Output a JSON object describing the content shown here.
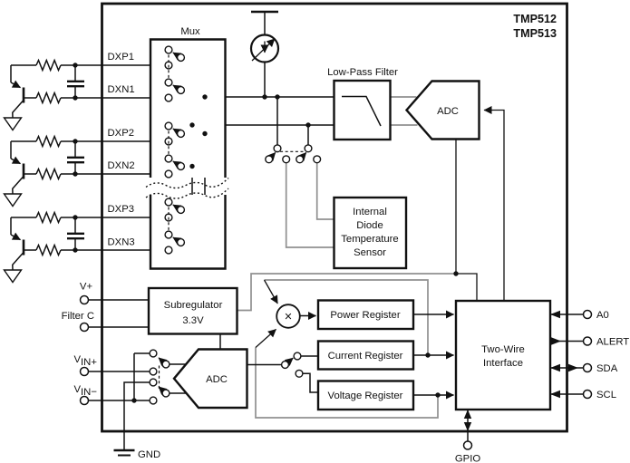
{
  "title": {
    "line1": "TMP512",
    "line2": "TMP513"
  },
  "blocks": {
    "mux": "Mux",
    "low_pass_filter": "Low-Pass Filter",
    "adc_temp": "ADC",
    "adc_power": "ADC",
    "internal_diode": {
      "l1": "Internal",
      "l2": "Diode",
      "l3": "Temperature",
      "l4": "Sensor"
    },
    "subregulator": {
      "l1": "Subregulator",
      "l2": "3.3V"
    },
    "power_register": "Power Register",
    "current_register": "Current Register",
    "voltage_register": "Voltage Register",
    "two_wire": {
      "l1": "Two-Wire",
      "l2": "Interface"
    }
  },
  "pins": {
    "dxp1": "DXP1",
    "dxn1": "DXN1",
    "dxp2": "DXP2",
    "dxn2": "DXN2",
    "dxp3": "DXP3",
    "dxn3": "DXN3",
    "v_plus": "V+",
    "filter_c": "Filter C",
    "vin_plus": {
      "base": "V",
      "sub": "IN+"
    },
    "vin_minus": {
      "base": "V",
      "sub": "IN−"
    },
    "a0": "A0",
    "alert": "ALERT",
    "sda": "SDA",
    "scl": "SCL",
    "gnd": "GND",
    "gpio": "GPIO"
  },
  "symbols": {
    "multiplier": "×"
  },
  "colors": {
    "line": "#111111",
    "gray_wire": "#909090",
    "background": "#ffffff"
  }
}
